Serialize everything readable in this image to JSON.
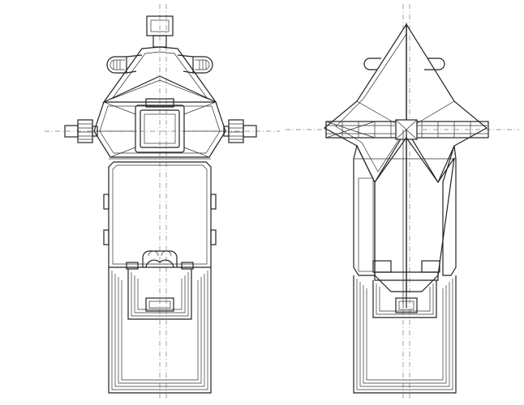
{
  "drawing": {
    "views": [
      {
        "id": "plan-outline",
        "style": "outline"
      },
      {
        "id": "plan-hatched",
        "style": "hatched"
      }
    ],
    "line_color": "#222222",
    "centerline_color": "#777777",
    "background": "#ffffff"
  }
}
